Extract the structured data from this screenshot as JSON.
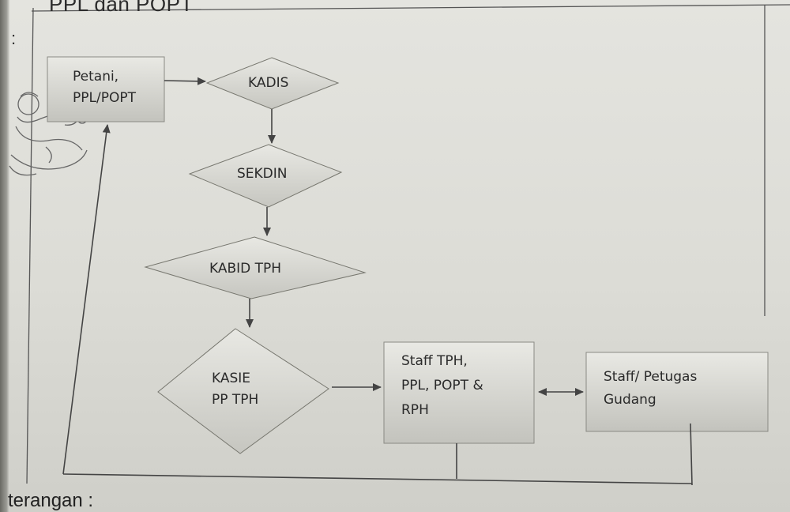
{
  "header": {
    "title": "PPL dan POPT",
    "left_colon": ":"
  },
  "nodes": {
    "petani": {
      "lines": [
        "Petani,",
        "PPL/POPT"
      ]
    },
    "kadis": {
      "label": "KADIS"
    },
    "sekdin": {
      "label": "SEKDIN"
    },
    "kabid": {
      "label": "KABID TPH"
    },
    "kasie": {
      "lines": [
        "KASIE",
        "PP TPH"
      ]
    },
    "staff_tph": {
      "lines": [
        "Staff TPH,",
        "PPL, POPT &",
        "RPH"
      ]
    },
    "gudang": {
      "lines": [
        "Staff/ Petugas",
        "Gudang"
      ]
    }
  },
  "footer": {
    "note": "terangan :"
  }
}
